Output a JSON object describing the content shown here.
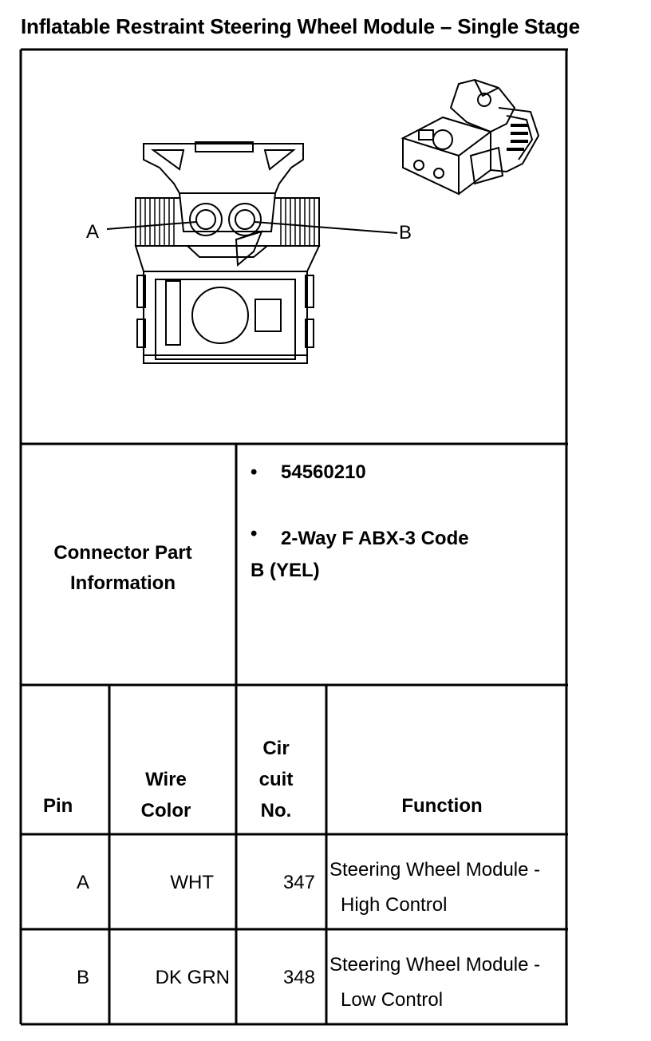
{
  "title": "Inflatable Restraint Steering Wheel Module – Single Stage",
  "diagram": {
    "pin_label_a": "A",
    "pin_label_b": "B"
  },
  "connector_info": {
    "label_line1": "Connector Part",
    "label_line2": "Information",
    "bullet": "•",
    "part_number": "54560210",
    "description_line1": "2-Way F ABX-3 Code",
    "description_line2": "B (YEL)"
  },
  "table": {
    "headers": {
      "pin": "Pin",
      "wire_color_line1": "Wire",
      "wire_color_line2": "Color",
      "circuit_line1": "Cir",
      "circuit_line2": "cuit",
      "circuit_line3": "No.",
      "function": "Function"
    },
    "rows": [
      {
        "pin": "A",
        "wire_color": "WHT",
        "circuit": "347",
        "function_line1": "Steering Wheel Module -",
        "function_line2": "High Control"
      },
      {
        "pin": "B",
        "wire_color": "DK GRN",
        "circuit": "348",
        "function_line1": "Steering Wheel Module -",
        "function_line2": "Low Control"
      }
    ]
  }
}
